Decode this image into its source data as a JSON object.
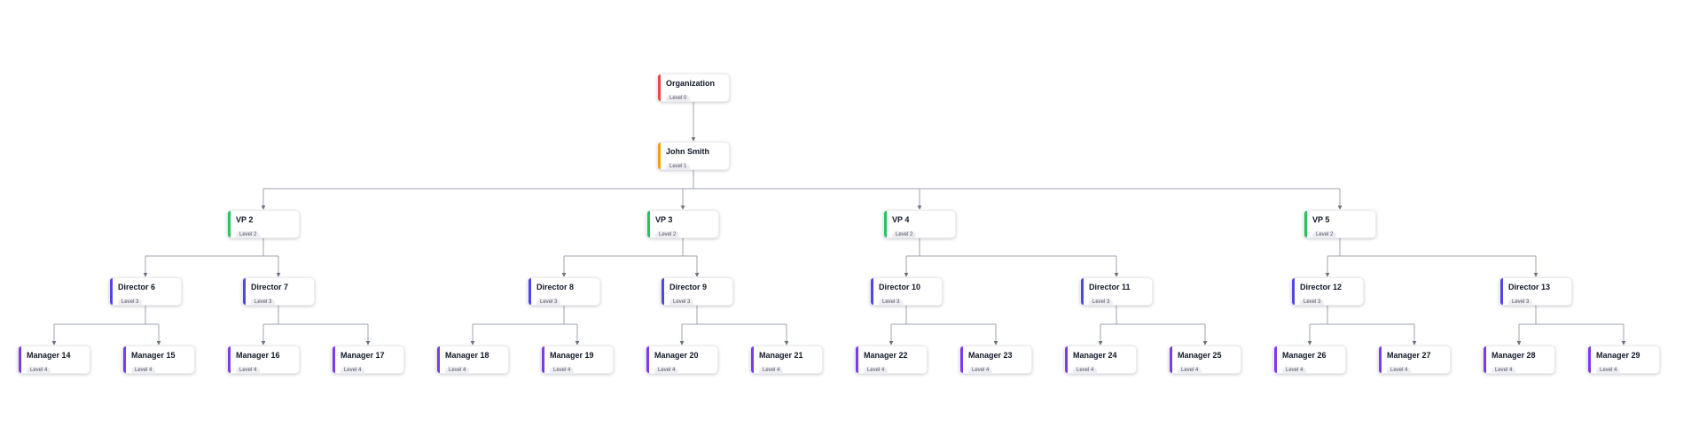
{
  "diagram": {
    "type": "org-chart",
    "background": "#ffffff",
    "connector_color": "#9ca3af",
    "arrow_color": "#6b7280",
    "level_colors": [
      "#ef4444",
      "#f59e0b",
      "#22c55e",
      "#4f46e5",
      "#7c3aed"
    ],
    "nodes": [
      {
        "id": "org",
        "label": "Organization",
        "badge": "Level 0",
        "level": 0,
        "parent": null
      },
      {
        "id": "john",
        "label": "John Smith",
        "badge": "Level 1",
        "level": 1,
        "parent": "org"
      },
      {
        "id": "vp2",
        "label": "VP 2",
        "badge": "Level 2",
        "level": 2,
        "parent": "john"
      },
      {
        "id": "vp3",
        "label": "VP 3",
        "badge": "Level 2",
        "level": 2,
        "parent": "john"
      },
      {
        "id": "vp4",
        "label": "VP 4",
        "badge": "Level 2",
        "level": 2,
        "parent": "john"
      },
      {
        "id": "vp5",
        "label": "VP 5",
        "badge": "Level 2",
        "level": 2,
        "parent": "john"
      },
      {
        "id": "d6",
        "label": "Director 6",
        "badge": "Level 3",
        "level": 3,
        "parent": "vp2"
      },
      {
        "id": "d7",
        "label": "Director 7",
        "badge": "Level 3",
        "level": 3,
        "parent": "vp2"
      },
      {
        "id": "d8",
        "label": "Director 8",
        "badge": "Level 3",
        "level": 3,
        "parent": "vp3"
      },
      {
        "id": "d9",
        "label": "Director 9",
        "badge": "Level 3",
        "level": 3,
        "parent": "vp3"
      },
      {
        "id": "d10",
        "label": "Director 10",
        "badge": "Level 3",
        "level": 3,
        "parent": "vp4"
      },
      {
        "id": "d11",
        "label": "Director 11",
        "badge": "Level 3",
        "level": 3,
        "parent": "vp4"
      },
      {
        "id": "d12",
        "label": "Director 12",
        "badge": "Level 3",
        "level": 3,
        "parent": "vp5"
      },
      {
        "id": "d13",
        "label": "Director 13",
        "badge": "Level 3",
        "level": 3,
        "parent": "vp5"
      },
      {
        "id": "m14",
        "label": "Manager 14",
        "badge": "Level 4",
        "level": 4,
        "parent": "d6"
      },
      {
        "id": "m15",
        "label": "Manager 15",
        "badge": "Level 4",
        "level": 4,
        "parent": "d6"
      },
      {
        "id": "m16",
        "label": "Manager 16",
        "badge": "Level 4",
        "level": 4,
        "parent": "d7"
      },
      {
        "id": "m17",
        "label": "Manager 17",
        "badge": "Level 4",
        "level": 4,
        "parent": "d7"
      },
      {
        "id": "m18",
        "label": "Manager 18",
        "badge": "Level 4",
        "level": 4,
        "parent": "d8"
      },
      {
        "id": "m19",
        "label": "Manager 19",
        "badge": "Level 4",
        "level": 4,
        "parent": "d8"
      },
      {
        "id": "m20",
        "label": "Manager 20",
        "badge": "Level 4",
        "level": 4,
        "parent": "d9"
      },
      {
        "id": "m21",
        "label": "Manager 21",
        "badge": "Level 4",
        "level": 4,
        "parent": "d9"
      },
      {
        "id": "m22",
        "label": "Manager 22",
        "badge": "Level 4",
        "level": 4,
        "parent": "d10"
      },
      {
        "id": "m23",
        "label": "Manager 23",
        "badge": "Level 4",
        "level": 4,
        "parent": "d10"
      },
      {
        "id": "m24",
        "label": "Manager 24",
        "badge": "Level 4",
        "level": 4,
        "parent": "d11"
      },
      {
        "id": "m25",
        "label": "Manager 25",
        "badge": "Level 4",
        "level": 4,
        "parent": "d11"
      },
      {
        "id": "m26",
        "label": "Manager 26",
        "badge": "Level 4",
        "level": 4,
        "parent": "d12"
      },
      {
        "id": "m27",
        "label": "Manager 27",
        "badge": "Level 4",
        "level": 4,
        "parent": "d12"
      },
      {
        "id": "m28",
        "label": "Manager 28",
        "badge": "Level 4",
        "level": 4,
        "parent": "d13"
      },
      {
        "id": "m29",
        "label": "Manager 29",
        "badge": "Level 4",
        "level": 4,
        "parent": "d13"
      }
    ]
  }
}
